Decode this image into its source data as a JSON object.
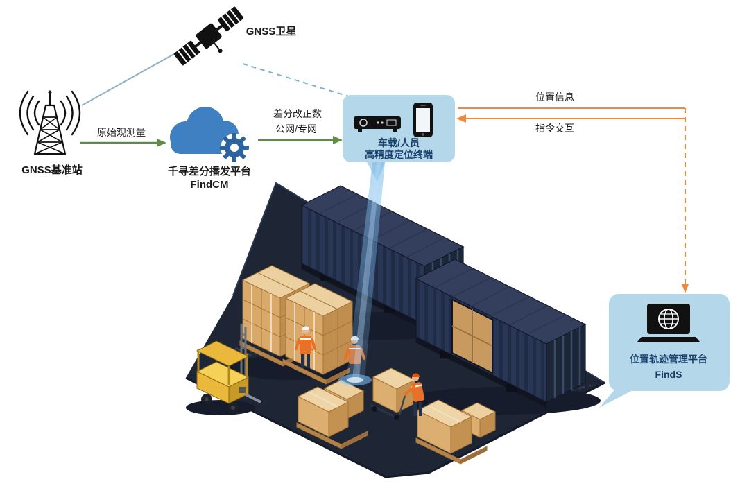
{
  "diagram": {
    "satellite_label": "GNSS卫星",
    "base_station_label": "GNSS基准站",
    "raw_observation_label": "原始观测量",
    "cloud_platform_name": "千寻差分播发平台",
    "cloud_platform_product": "FindCM",
    "corrections_label": "差分改正数",
    "corrections_network_label": "公网/专网",
    "terminal_label_line1": "车载/人员",
    "terminal_label_line2": "高精度定位终端",
    "position_info_label": "位置信息",
    "command_interaction_label": "指令交互",
    "management_platform_name": "位置轨迹管理平台",
    "management_platform_product": "FindS"
  },
  "colors": {
    "bubble_blue": "#b5d7ea",
    "bubble_text_blue": "#17406b",
    "cloud_blue": "#3f80c2",
    "gear_blue": "#2d639f",
    "arrow_green": "#5a8f3e",
    "arrow_orange": "#ee8a40",
    "satellite_link_solid": "#8fb0c4",
    "satellite_link_dashed": "#7cb2c4",
    "platform_dark": "#1e2535",
    "container_navy": "#2a3655",
    "box_tan": "#d9ab6d",
    "forklift_yellow": "#eab83b",
    "vest_orange": "#e87127",
    "beam_blue": "#7ab8e8"
  }
}
